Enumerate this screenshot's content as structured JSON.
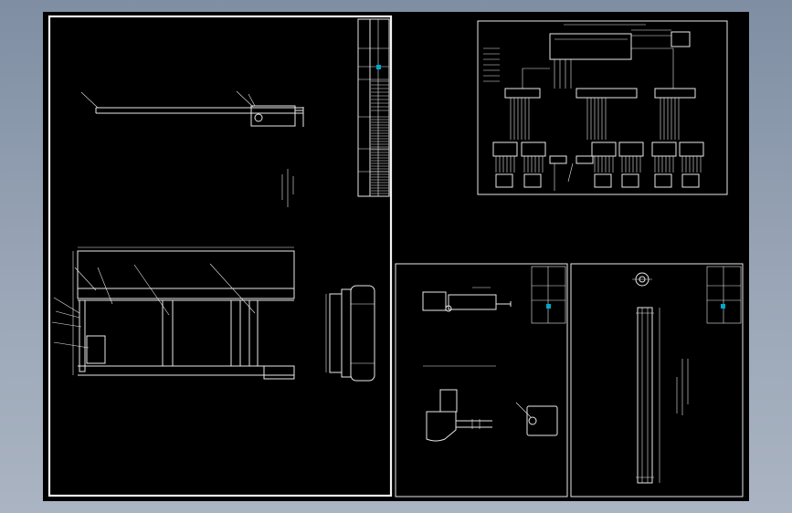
{
  "colors": {
    "background": "#000000",
    "lines": "#e8e8e8",
    "accent": "#00a8c8"
  },
  "drawings": [
    {
      "id": "assembly-sheet"
    },
    {
      "id": "wiring-schematic"
    },
    {
      "id": "part-detail-sheet"
    },
    {
      "id": "rod-detail-sheet"
    }
  ]
}
